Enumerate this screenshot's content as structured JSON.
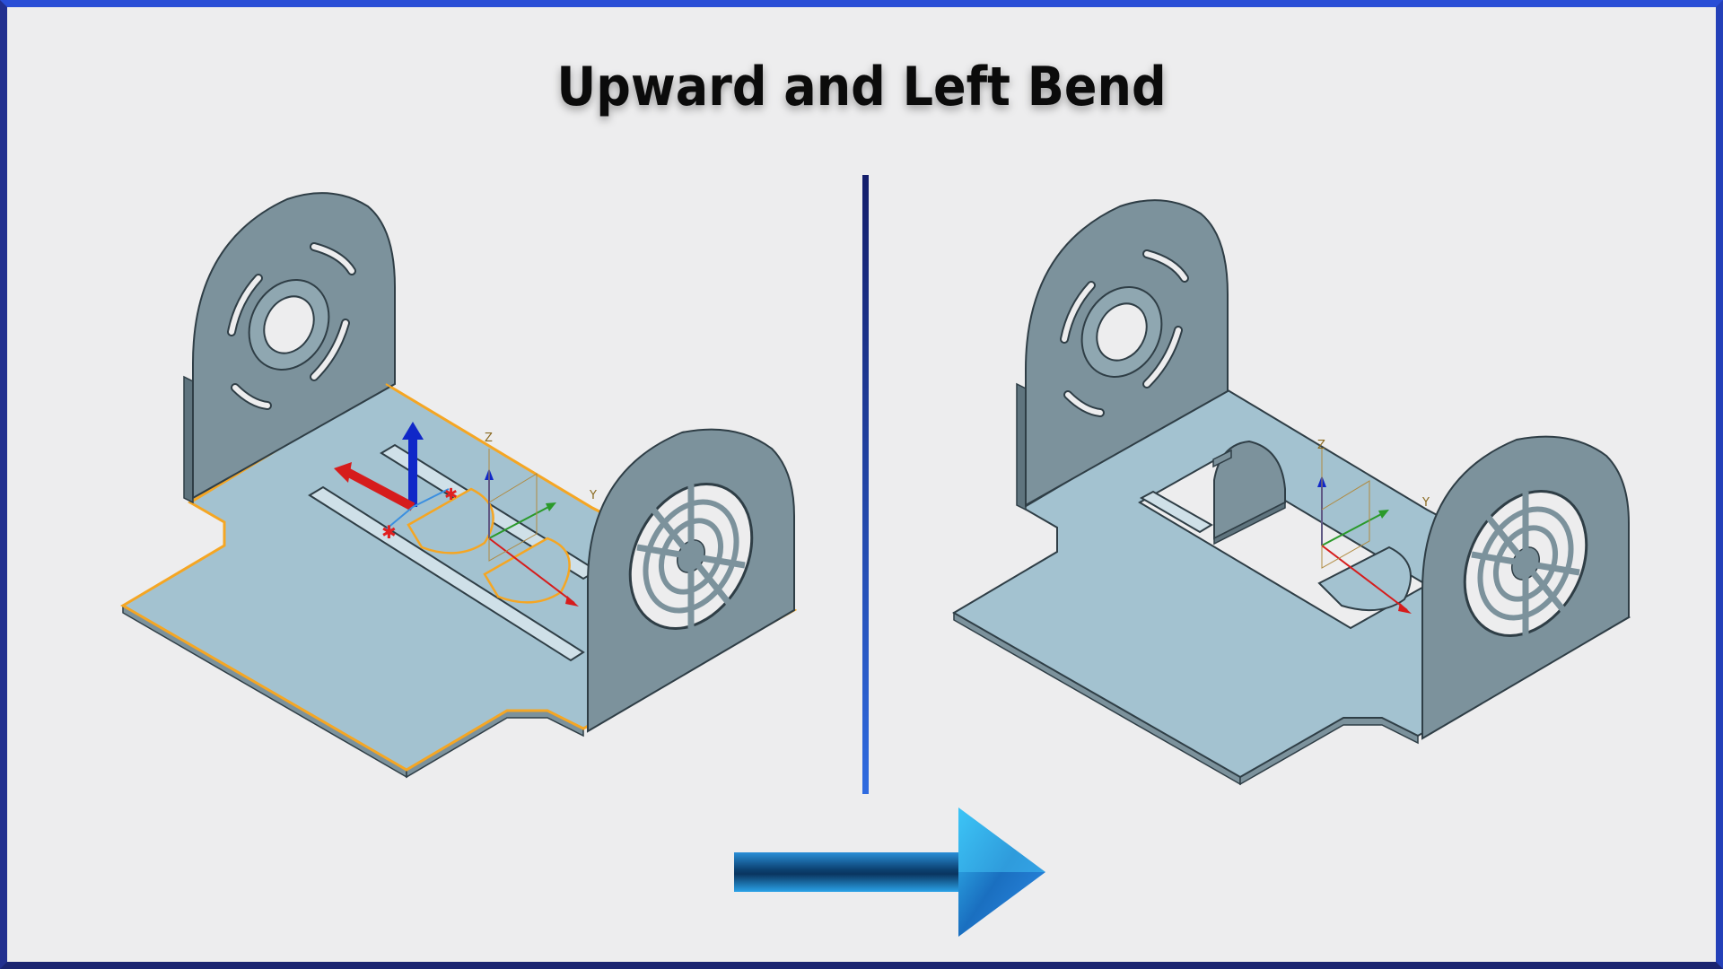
{
  "title": "Upward and Left Bend",
  "colors": {
    "frame": "#1c2c8a",
    "sheet_top": "#a3c2d0",
    "sheet_side": "#7c929c",
    "outline": "#2f3e46",
    "selection": "#f5a623",
    "divider": "#2a4ed6",
    "arrow": "#1e8fd6"
  },
  "icons": {
    "left_model": "sheet-metal-bracket-before-icon",
    "right_model": "sheet-metal-bracket-after-icon",
    "arrow": "right-arrow-icon"
  },
  "axis_labels": {
    "z": "Z",
    "y": "Y"
  }
}
